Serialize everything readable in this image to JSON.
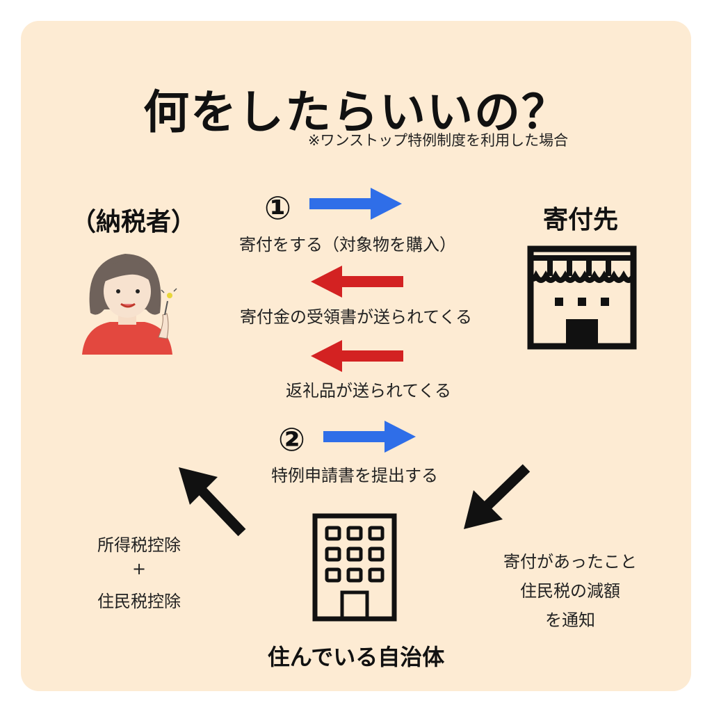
{
  "title": "何をしたらいいの？",
  "note": "※ワンストップ特例制度を利用した場合",
  "taxpayer": {
    "label": "（納税者）"
  },
  "recipient": {
    "label": "寄付先"
  },
  "municipality": {
    "label": "住んでいる自治体"
  },
  "steps": {
    "step1": {
      "number": "①",
      "text": "寄付をする（対象物を購入）"
    },
    "receipt": {
      "text": "寄付金の受領書が送られてくる"
    },
    "gift": {
      "text": "返礼品が送られてくる"
    },
    "step2": {
      "number": "②",
      "text": "特例申請書を提出する"
    }
  },
  "deduction": {
    "line1": "所得税控除",
    "line2": "+",
    "line3": "住民税控除"
  },
  "notice": {
    "line1": "寄付があったこと",
    "line2": "住民税の減額",
    "line3": "を通知"
  },
  "colors": {
    "background": "#fdebd3",
    "blue_arrow": "#2f6ee8",
    "red_arrow": "#d32222",
    "black": "#111111"
  },
  "icons": [
    "woman-illustration",
    "shop-icon",
    "office-building-icon",
    "arrow-right-blue",
    "arrow-left-red",
    "arrow-diagonal-black"
  ]
}
